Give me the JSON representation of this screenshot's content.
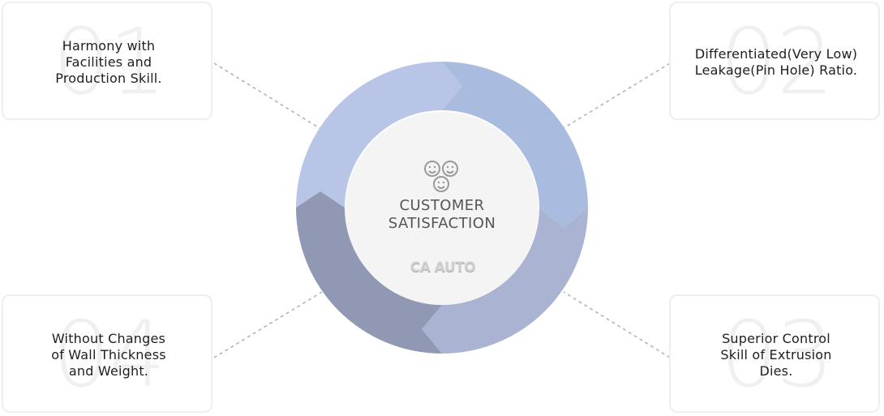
{
  "cards": [
    {
      "number": "01",
      "text": "Harmony with\nFacilities and\nProduction Skill."
    },
    {
      "number": "02",
      "text": "Differentiated(Very Low)\nLeakage(Pin Hole) Ratio."
    },
    {
      "number": "03",
      "text": "Superior Control\nSkill of Extrusion\nDies."
    },
    {
      "number": "04",
      "text": "Without Changes\nof Wall Thickness\nand Weight."
    }
  ],
  "center": {
    "title": "CUSTOMER\nSATISFACTION",
    "brand": "CA AUTO",
    "icon": "three-smiley-faces-icon"
  },
  "colors": {
    "segment_top_left": "#b8c5e6",
    "segment_top_right": "#a9bbdf",
    "segment_bottom_right": "#aab3d1",
    "segment_bottom_left": "#9098b3",
    "center_fill": "#f4f4f4",
    "card_border": "#eeeeee",
    "card_number": "#f0f0f0",
    "connector": "#b0b0b0",
    "text": "#1e1e1e"
  }
}
